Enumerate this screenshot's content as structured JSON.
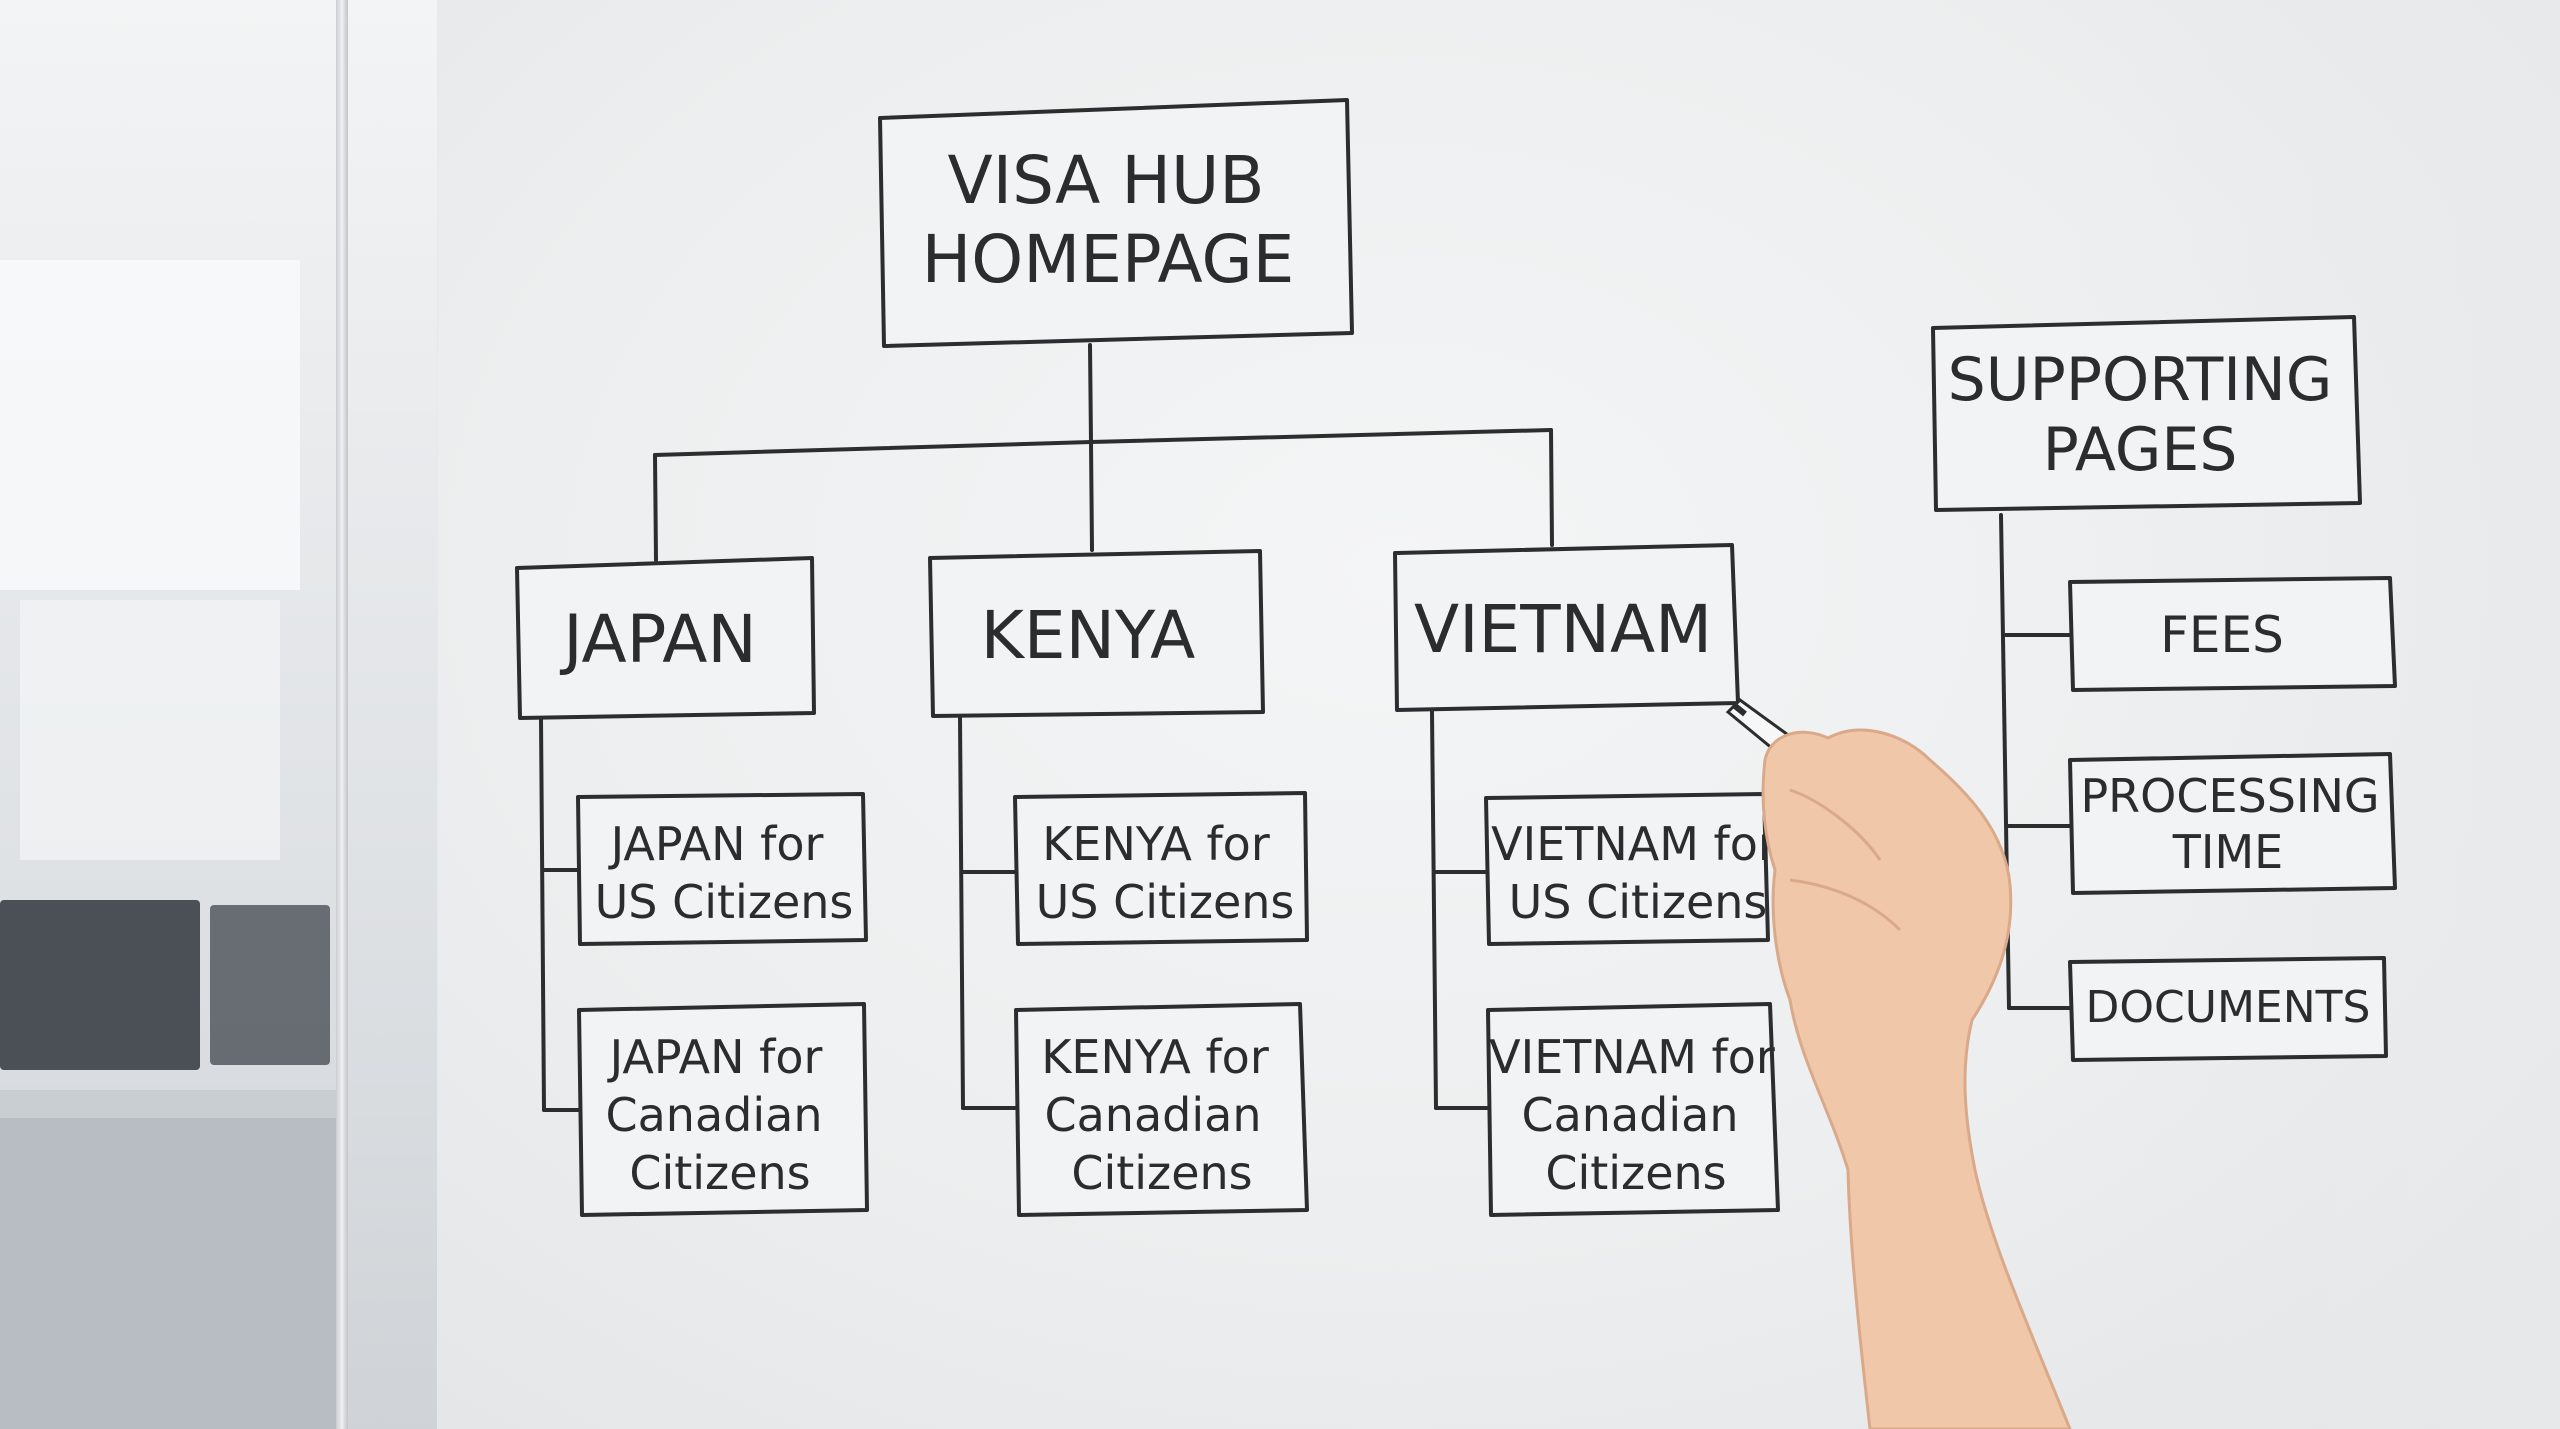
{
  "diagram": {
    "root": {
      "line1": "VISA HUB",
      "line2": "HOMEPAGE"
    },
    "countries": [
      {
        "name": "JAPAN",
        "children": [
          {
            "lines": [
              "JAPAN for",
              "US Citizens"
            ]
          },
          {
            "lines": [
              "JAPAN for",
              "Canadian",
              "Citizens"
            ]
          }
        ]
      },
      {
        "name": "KENYA",
        "children": [
          {
            "lines": [
              "KENYA for",
              "US Citizens"
            ]
          },
          {
            "lines": [
              "KENYA for",
              "Canadian",
              "Citizens"
            ]
          }
        ]
      },
      {
        "name": "VIETNAM",
        "children": [
          {
            "lines": [
              "VIETNAM for",
              "US Citizens"
            ]
          },
          {
            "lines": [
              "VIETNAM for",
              "Canadian",
              "Citizens"
            ]
          }
        ]
      }
    ],
    "supporting": {
      "line1": "SUPPORTING",
      "line2": "PAGES",
      "items": [
        {
          "lines": [
            "FEES"
          ]
        },
        {
          "lines": [
            "PROCESSING",
            "TIME"
          ]
        },
        {
          "lines": [
            "DOCUMENTS"
          ]
        }
      ]
    }
  },
  "colors": {
    "ink": "#2b2d2f",
    "board": "#eff0f1",
    "marker_body": "#f7f7f7",
    "skin": "#f1c7a9"
  },
  "icons": {
    "hand": "hand-holding-marker-icon",
    "marker": "marker-icon"
  }
}
